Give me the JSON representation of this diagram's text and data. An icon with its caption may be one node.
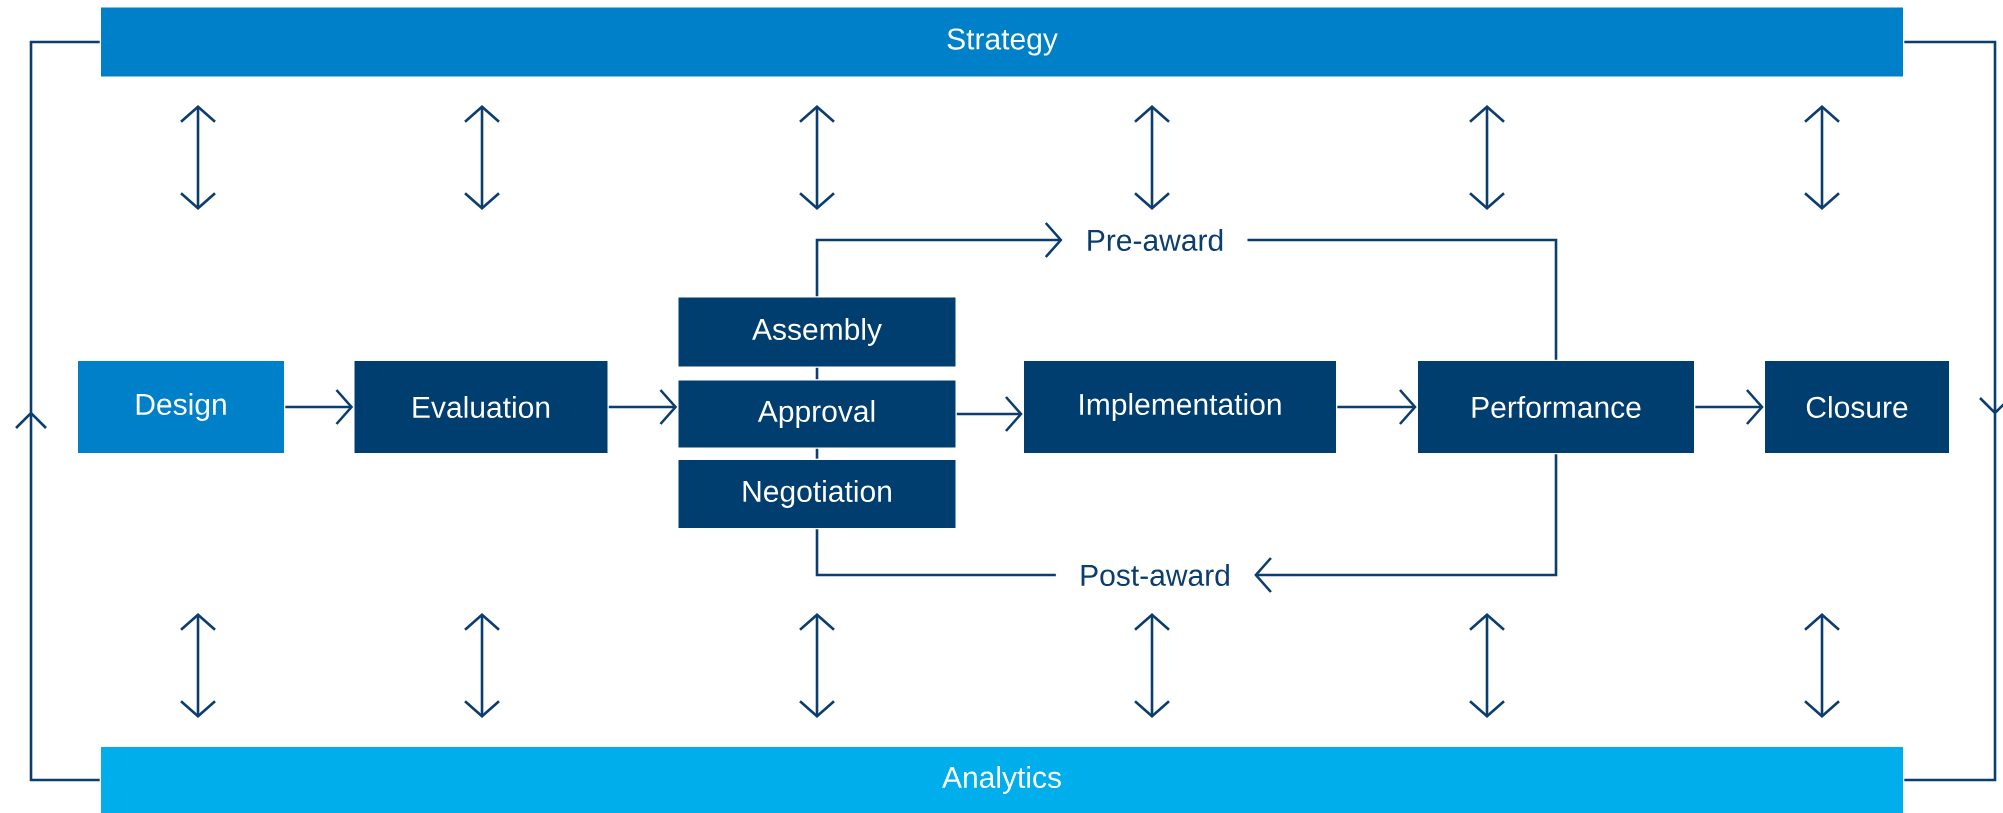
{
  "diagram": {
    "nodes": [
      {
        "text": [
          "Strategy"
        ]
      },
      {
        "text": [
          "Pre-award"
        ]
      },
      {
        "text": [
          "Design"
        ]
      },
      {
        "text": [
          "Evaluation"
        ]
      },
      {
        "text": [
          "Assembly"
        ]
      },
      {
        "text": [
          "Approval"
        ]
      },
      {
        "text": [
          "Negotiation"
        ]
      },
      {
        "text": [
          "Implementation"
        ]
      },
      {
        "text": [
          "Performance"
        ]
      },
      {
        "text": [
          "Closure"
        ]
      },
      {
        "text": [
          "Post-award"
        ]
      },
      {
        "text": [
          "Analytics"
        ]
      }
    ],
    "edges": [
      {
        "from": 2,
        "to": 3,
        "arrow": "to"
      },
      {
        "from": 3,
        "to": 5,
        "arrow": "to"
      },
      {
        "from": 5,
        "to": 7,
        "arrow": "to"
      },
      {
        "from": 7,
        "to": 8,
        "arrow": "to"
      },
      {
        "from": 8,
        "to": 9,
        "arrow": "to"
      },
      {
        "from": 4,
        "to": 1,
        "arrow": "to"
      },
      {
        "from": 1,
        "to": 8,
        "arrow": "none"
      },
      {
        "from": 8,
        "to": 10,
        "arrow": "to"
      },
      {
        "from": 10,
        "to": 6,
        "arrow": "none"
      },
      {
        "from": 4,
        "to": 5,
        "arrow": "none"
      },
      {
        "from": 5,
        "to": 6,
        "arrow": "none"
      },
      {
        "from": 0,
        "to": 11,
        "arrow": "to"
      },
      {
        "from": 11,
        "to": 0,
        "arrow": "to"
      }
    ]
  }
}
